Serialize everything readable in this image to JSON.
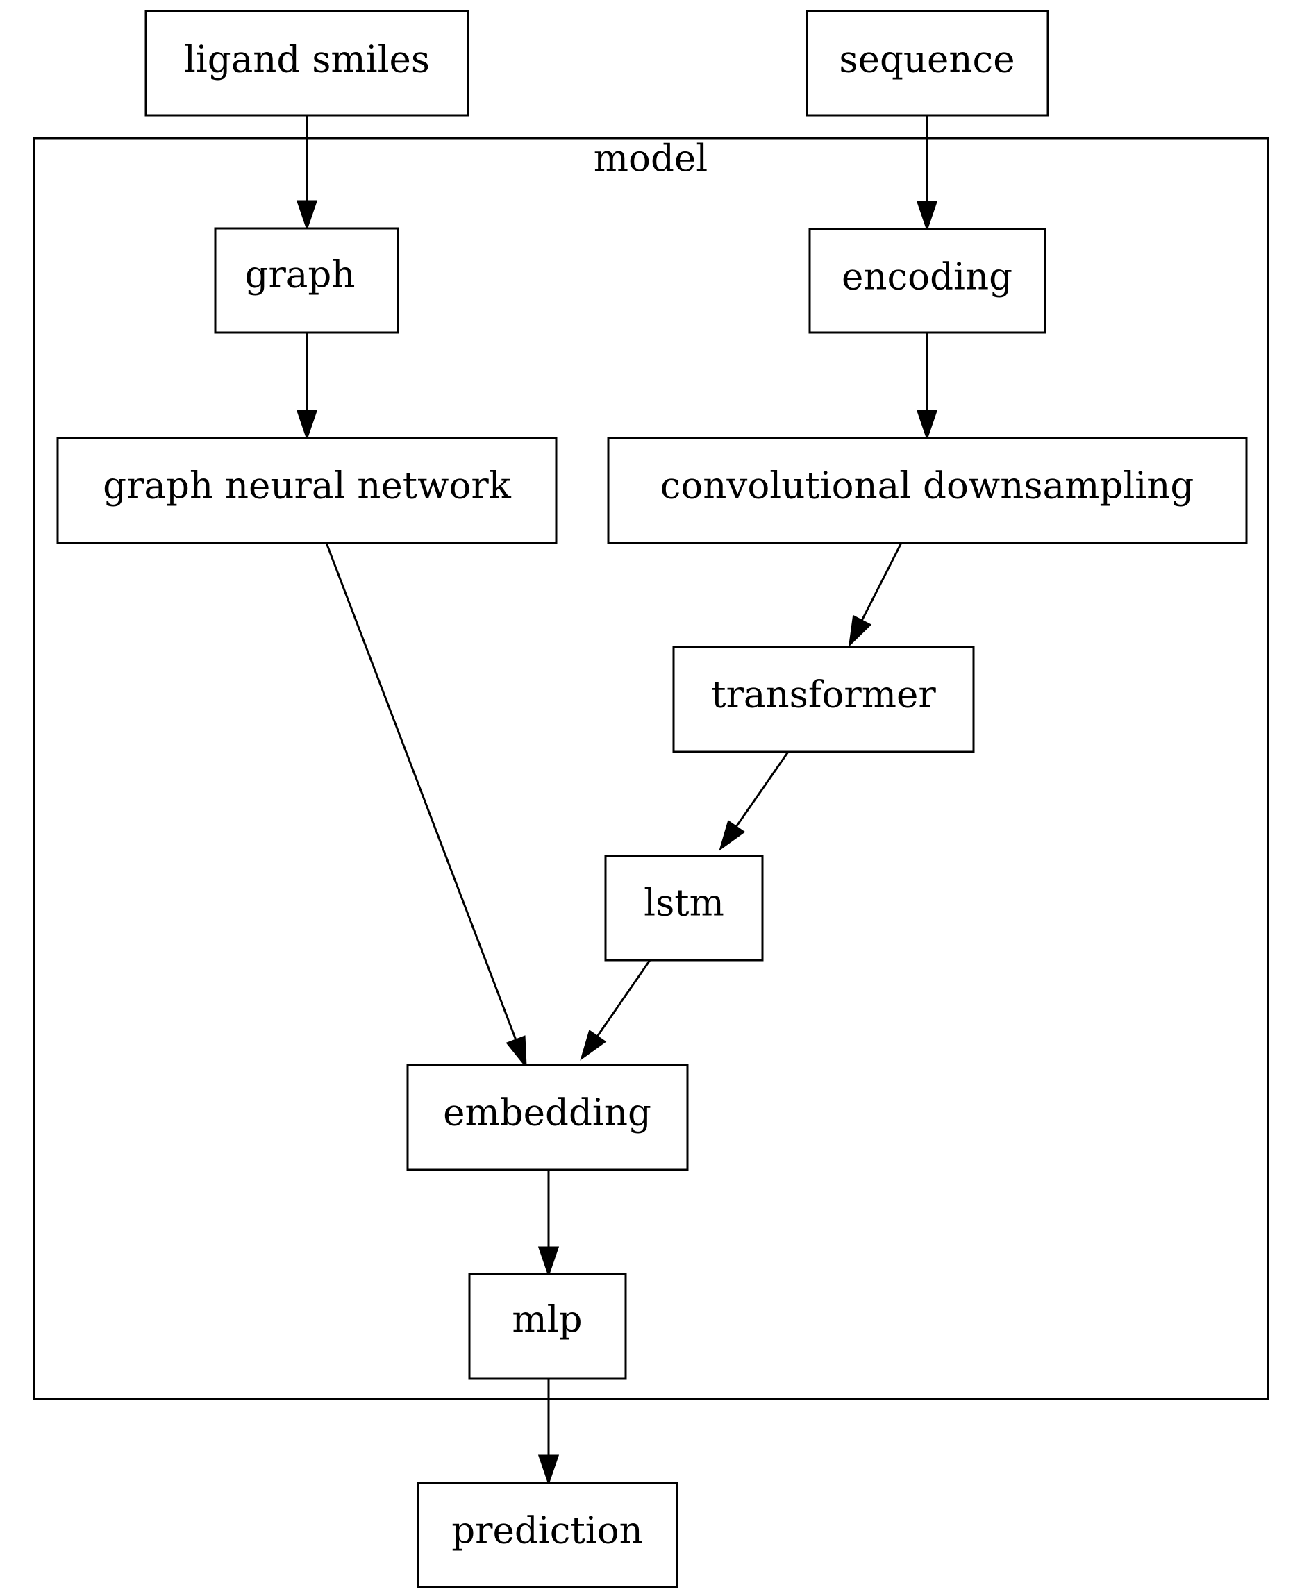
{
  "diagram": {
    "cluster": {
      "id": "model",
      "label": "model"
    },
    "nodes": [
      {
        "id": "ligand_smiles",
        "label": "ligand smiles"
      },
      {
        "id": "sequence",
        "label": "sequence"
      },
      {
        "id": "graph",
        "label": "graph"
      },
      {
        "id": "encoding",
        "label": "encoding"
      },
      {
        "id": "gnn",
        "label": "graph neural network"
      },
      {
        "id": "conv",
        "label": "convolutional downsampling"
      },
      {
        "id": "transformer",
        "label": "transformer"
      },
      {
        "id": "lstm",
        "label": "lstm"
      },
      {
        "id": "embedding",
        "label": "embedding"
      },
      {
        "id": "mlp",
        "label": "mlp"
      },
      {
        "id": "prediction",
        "label": "prediction"
      }
    ],
    "edges": [
      {
        "from": "ligand_smiles",
        "to": "graph"
      },
      {
        "from": "sequence",
        "to": "encoding"
      },
      {
        "from": "graph",
        "to": "gnn"
      },
      {
        "from": "encoding",
        "to": "conv"
      },
      {
        "from": "conv",
        "to": "transformer"
      },
      {
        "from": "transformer",
        "to": "lstm"
      },
      {
        "from": "gnn",
        "to": "embedding"
      },
      {
        "from": "lstm",
        "to": "embedding"
      },
      {
        "from": "embedding",
        "to": "mlp"
      },
      {
        "from": "mlp",
        "to": "prediction"
      }
    ]
  }
}
